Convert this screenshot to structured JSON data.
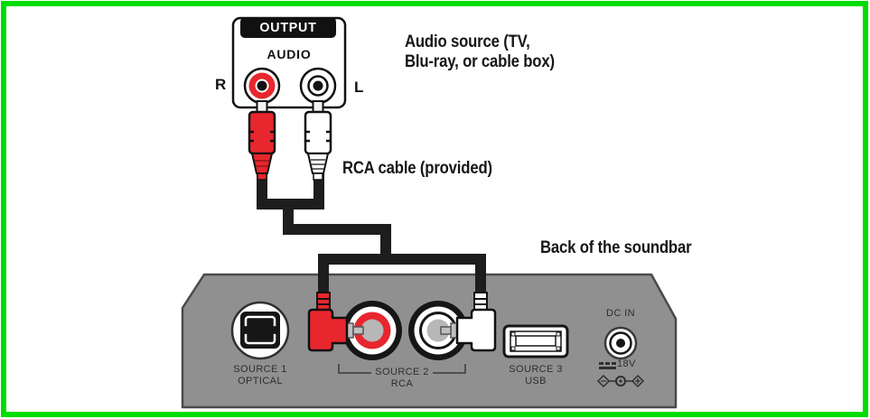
{
  "colors": {
    "frame_green": "#00dd00",
    "panel_gray": "#909090",
    "panel_border": "#4a4a4a",
    "plug_red": "#e8262d",
    "cable_black": "#1d1d1d"
  },
  "annotations": {
    "audio_source_line1": "Audio source (TV,",
    "audio_source_line2": "Blu-ray, or cable box)",
    "rca_cable": "RCA cable (provided)",
    "back_of_soundbar": "Back of the soundbar"
  },
  "output_box": {
    "title": "OUTPUT",
    "subtitle": "AUDIO",
    "right_channel": "R",
    "left_channel": "L"
  },
  "soundbar": {
    "source1": {
      "line1": "SOURCE 1",
      "line2": "OPTICAL"
    },
    "source2": {
      "line1": "SOURCE 2",
      "line2": "RCA"
    },
    "source3": {
      "line1": "SOURCE 3",
      "line2": "USB"
    },
    "dc": {
      "label": "DC IN",
      "voltage": "18V"
    }
  }
}
